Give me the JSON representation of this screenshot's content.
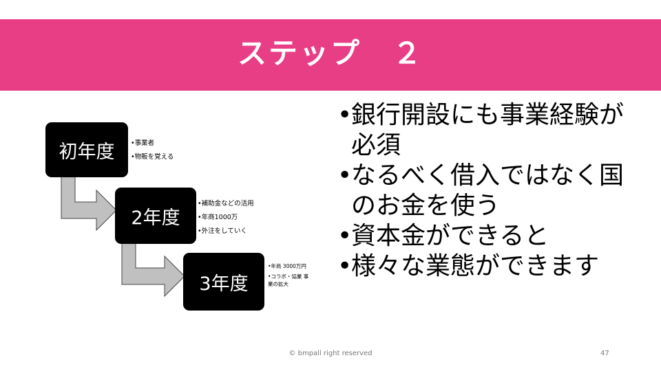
{
  "slide": {
    "title": "ステップ　２",
    "footer_text": "© bmpall right reserved",
    "page_number": "47"
  },
  "steps": [
    {
      "label": "初年度",
      "notes": [
        "•事業者",
        "•物販を覚える"
      ]
    },
    {
      "label": "2年度",
      "notes": [
        "•補助金などの活用",
        "•年商1000万",
        "•外注をしていく"
      ]
    },
    {
      "label": "3年度",
      "notes": [
        "•年商 3000万円",
        "•コラボ・協業 事業の拡大"
      ]
    }
  ],
  "bullets": [
    "銀行開設にも事業経験が必須",
    "なるべく借入ではなく国のお金を使う",
    "資本金ができると",
    "様々な業態ができます"
  ],
  "colors": {
    "banner": "#e83e86",
    "step_box": "#000000",
    "arrow_fill": "#c0c0c0"
  }
}
